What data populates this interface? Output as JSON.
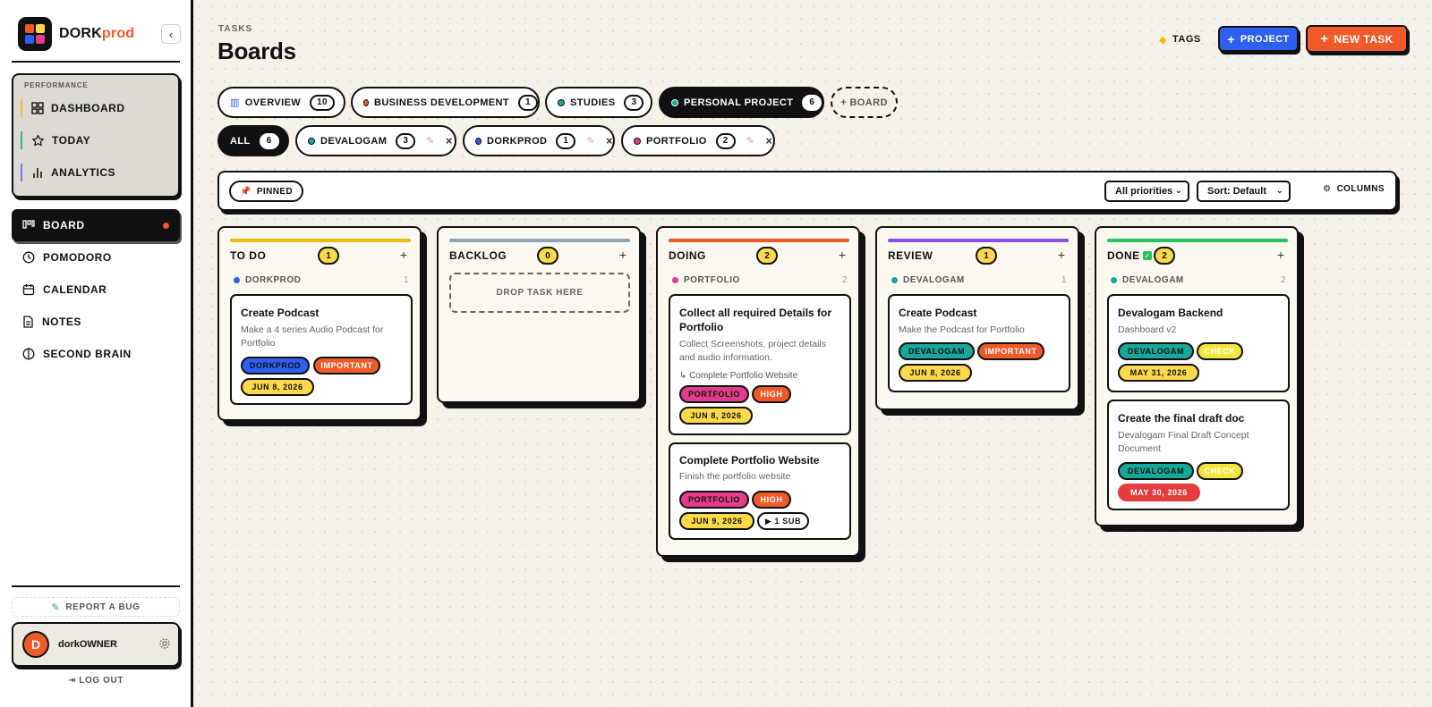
{
  "app": {
    "logo_main": "DORK",
    "logo_accent": "prod"
  },
  "sidebar": {
    "performance_title": "PERFORMANCE",
    "performance_items": [
      {
        "label": "DASHBOARD",
        "color": "#f5c23a"
      },
      {
        "label": "TODAY",
        "color": "#36b37e"
      },
      {
        "label": "ANALYTICS",
        "color": "#6b7cf0"
      }
    ],
    "nav_items": [
      {
        "label": "BOARD"
      },
      {
        "label": "POMODORO"
      },
      {
        "label": "CALENDAR"
      },
      {
        "label": "NOTES"
      },
      {
        "label": "SECOND BRAIN"
      }
    ],
    "report_bug": "REPORT A BUG",
    "user": {
      "initial": "D",
      "name": "dorkOWNER"
    },
    "logout": "LOG OUT"
  },
  "header": {
    "crumb": "TASKS",
    "title": "Boards",
    "tags_label": "TAGS",
    "project_label": "PROJECT",
    "new_task_label": "NEW TASK"
  },
  "boards": [
    {
      "label": "OVERVIEW",
      "count": "10"
    },
    {
      "label": "BUSINESS DEVELOPMENT",
      "count": "1",
      "color": "#f05a28"
    },
    {
      "label": "STUDIES",
      "count": "3",
      "color": "#17a89a"
    },
    {
      "label": "PERSONAL PROJECT",
      "count": "6",
      "color": "#17a89a"
    }
  ],
  "add_board_label": "+ BOARD",
  "projects": [
    {
      "label": "ALL",
      "count": "6"
    },
    {
      "label": "DEVALOGAM",
      "count": "3",
      "color": "#17a89a"
    },
    {
      "label": "DORKPROD",
      "count": "1",
      "color": "#2f5ff0"
    },
    {
      "label": "PORTFOLIO",
      "count": "2",
      "color": "#e23c8a"
    }
  ],
  "toolbar": {
    "pinned_label": "PINNED",
    "priority_select": "All priorities",
    "sort_select": "Sort: Default",
    "columns_label": "COLUMNS"
  },
  "columns": [
    {
      "title": "TO DO",
      "count": "1",
      "color": "#f2b705",
      "group": {
        "name": "DORKPROD",
        "count": "1",
        "color": "#2f5ff0"
      },
      "cards": [
        {
          "title": "Create Podcast",
          "desc": "Make a 4 series Audio Podcast for Portfolio",
          "tags": [
            "DORKPROD",
            "IMPORTANT"
          ],
          "date": "JUN 8, 2026"
        }
      ]
    },
    {
      "title": "BACKLOG",
      "count": "0",
      "color": "#8fa3b8",
      "drop_label": "DROP TASK HERE"
    },
    {
      "title": "DOING",
      "count": "2",
      "color": "#f05a28",
      "group": {
        "name": "PORTFOLIO",
        "count": "2",
        "color": "#e23c8a"
      },
      "cards": [
        {
          "title": "Collect all required Details for Portfolio",
          "desc": "Collect Screenshots, project details and audio information.",
          "parent": "↳ Complete Portfolio Website",
          "tags": [
            "PORTFOLIO",
            "HIGH"
          ],
          "date": "JUN 8, 2026"
        },
        {
          "title": "Complete Portfolio Website",
          "desc": "Finish the portfolio website",
          "tags": [
            "PORTFOLIO",
            "HIGH"
          ],
          "date": "JUN 9, 2026",
          "sub": "▶ 1 SUB"
        }
      ]
    },
    {
      "title": "REVIEW",
      "count": "1",
      "color": "#8a4cf0",
      "group": {
        "name": "DEVALOGAM",
        "count": "1",
        "color": "#17a89a"
      },
      "cards": [
        {
          "title": "Create Podcast",
          "desc": "Make the Podcast for Portfolio",
          "tags": [
            "DEVALOGAM",
            "IMPORTANT"
          ],
          "date": "JUN 8, 2026"
        }
      ]
    },
    {
      "title": "DONE",
      "count": "2",
      "color": "#22c55e",
      "title_icon": "check-box-icon",
      "group": {
        "name": "DEVALOGAM",
        "count": "2",
        "color": "#17a89a"
      },
      "cards": [
        {
          "title": "Devalogam Backend",
          "desc": "Dashboard v2",
          "tags": [
            "DEVALOGAM",
            "CHECK"
          ],
          "date": "MAY 31, 2026"
        },
        {
          "title": "Create the final draft doc",
          "desc": "Devalogam Final Draft Concept Document",
          "tags": [
            "DEVALOGAM",
            "CHECK"
          ],
          "date": "MAY 30, 2026",
          "date_status": "overdue"
        }
      ]
    }
  ]
}
